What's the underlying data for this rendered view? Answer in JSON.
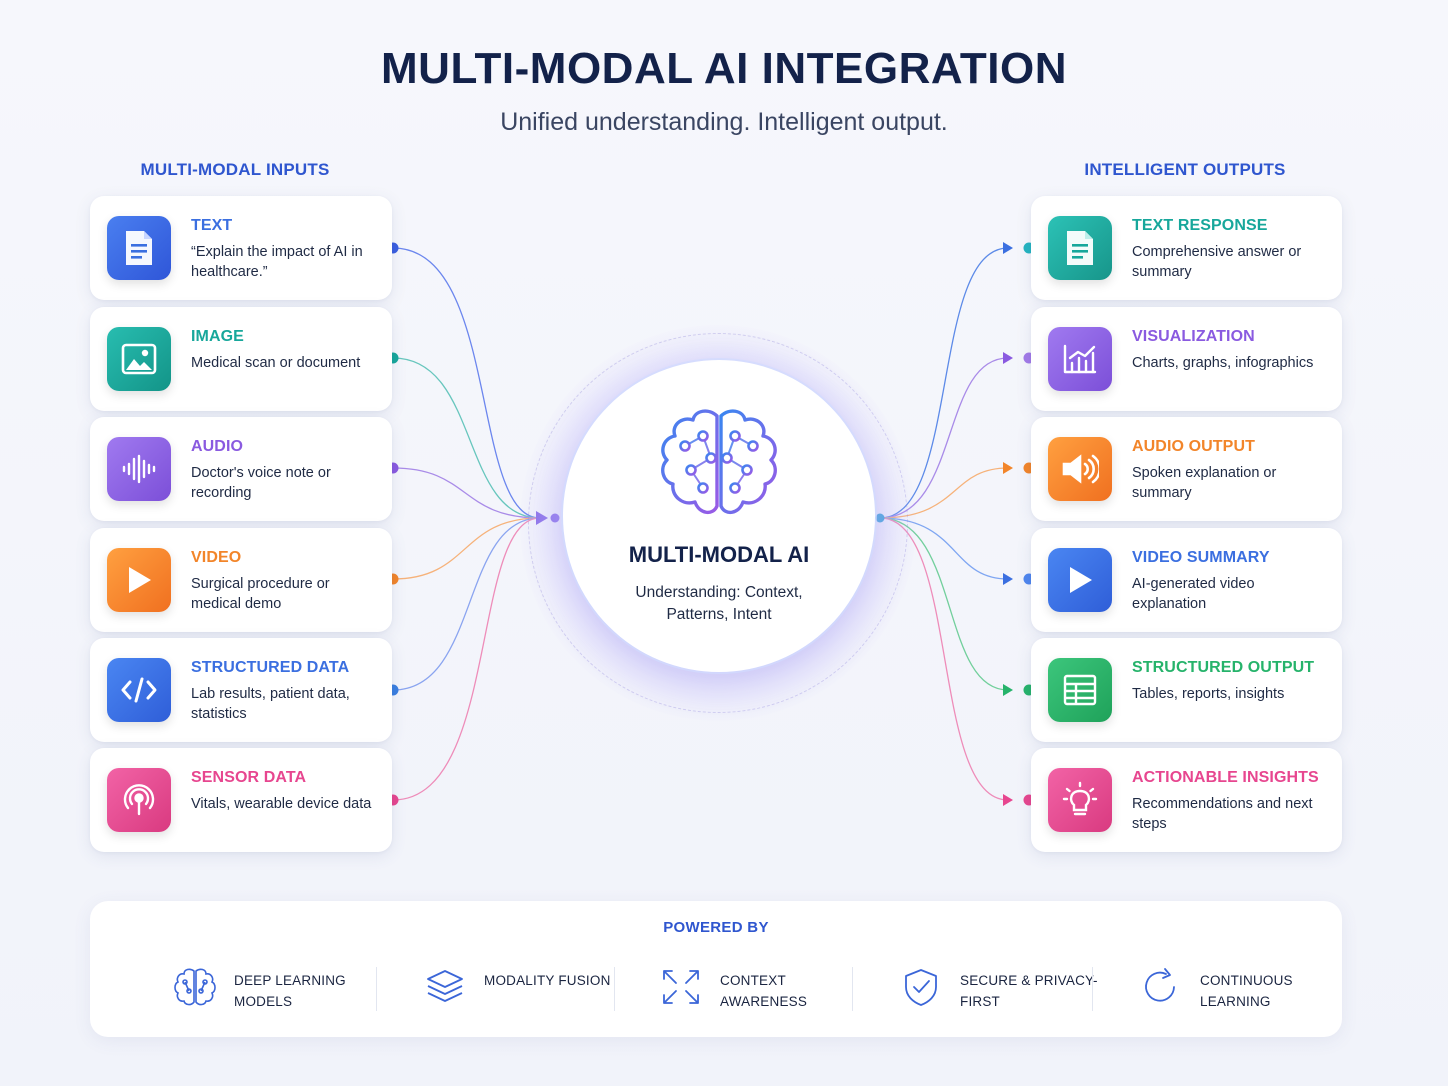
{
  "header": {
    "title": "MULTI-MODAL AI INTEGRATION",
    "subtitle": "Unified understanding. Intelligent output."
  },
  "inputs": {
    "heading": "MULTI-MODAL INPUTS",
    "items": [
      {
        "title": "TEXT",
        "desc": "“Explain the impact of AI in healthcare.”",
        "color": "#3b6fe0",
        "icon": "document-icon"
      },
      {
        "title": "IMAGE",
        "desc": "Medical scan or document",
        "color": "#17a79b",
        "icon": "image-icon"
      },
      {
        "title": "AUDIO",
        "desc": "Doctor's voice note or recording",
        "color": "#8a5ae0",
        "icon": "waveform-icon"
      },
      {
        "title": "VIDEO",
        "desc": "Surgical procedure or medical demo",
        "color": "#f2852a",
        "icon": "play-icon"
      },
      {
        "title": "STRUCTURED DATA",
        "desc": "Lab results, patient data, statistics",
        "color": "#3b6fe0",
        "icon": "code-icon"
      },
      {
        "title": "SENSOR DATA",
        "desc": "Vitals, wearable device data",
        "color": "#e7468f",
        "icon": "sensor-icon"
      }
    ]
  },
  "center": {
    "name": "MULTI-MODAL AI",
    "desc": "Understanding:  Context, Patterns,  Intent",
    "icon": "brain-icon"
  },
  "outputs": {
    "heading": "INTELLIGENT OUTPUTS",
    "items": [
      {
        "title": "TEXT RESPONSE",
        "desc": "Comprehensive answer or summary",
        "color": "#17a79b",
        "icon": "document-icon"
      },
      {
        "title": "VISUALIZATION",
        "desc": "Charts, graphs, infographics",
        "color": "#8a5ae0",
        "icon": "chart-icon"
      },
      {
        "title": "AUDIO OUTPUT",
        "desc": "Spoken explanation or summary",
        "color": "#f2852a",
        "icon": "speaker-icon"
      },
      {
        "title": "VIDEO SUMMARY",
        "desc": "AI-generated video explanation",
        "color": "#3b6fe0",
        "icon": "play-icon"
      },
      {
        "title": "STRUCTURED OUTPUT",
        "desc": "Tables, reports, insights",
        "color": "#26b36b",
        "icon": "table-icon"
      },
      {
        "title": "ACTIONABLE INSIGHTS",
        "desc": "Recommendations and next steps",
        "color": "#e7468f",
        "icon": "lightbulb-icon"
      }
    ]
  },
  "powered_by": {
    "heading": "POWERED BY",
    "items": [
      {
        "label": "DEEP LEARNING MODELS",
        "icon": "brain-icon"
      },
      {
        "label": "MODALITY FUSION",
        "icon": "layers-icon"
      },
      {
        "label": "CONTEXT AWARENESS",
        "icon": "expand-icon"
      },
      {
        "label": "SECURE & PRIVACY-FIRST",
        "icon": "shield-check-icon"
      },
      {
        "label": "CONTINUOUS LEARNING",
        "icon": "refresh-icon"
      }
    ]
  }
}
